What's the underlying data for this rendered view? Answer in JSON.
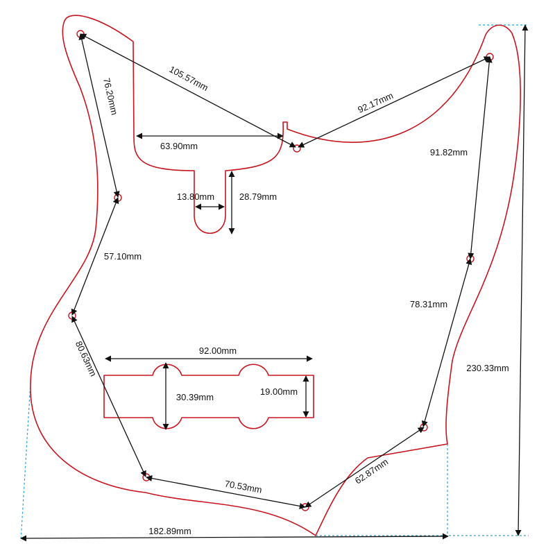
{
  "dimensions": {
    "d1": "105.57mm",
    "d2": "76.20mm",
    "d3": "63.90mm",
    "d4": "92.17mm",
    "d5": "91.82mm",
    "d6": "13.80mm",
    "d7": "28.79mm",
    "d8": "57.10mm",
    "d9": "78.31mm",
    "d10": "80.63mm",
    "d11": "92.00mm",
    "d12": "30.39mm",
    "d13": "19.00mm",
    "d14": "230.33mm",
    "d15": "70.53mm",
    "d16": "62.87mm",
    "d17": "182.89mm"
  },
  "colors": {
    "outline": "#c8141e",
    "dimension_line": "#111111",
    "guide_line": "#29a3d6"
  }
}
